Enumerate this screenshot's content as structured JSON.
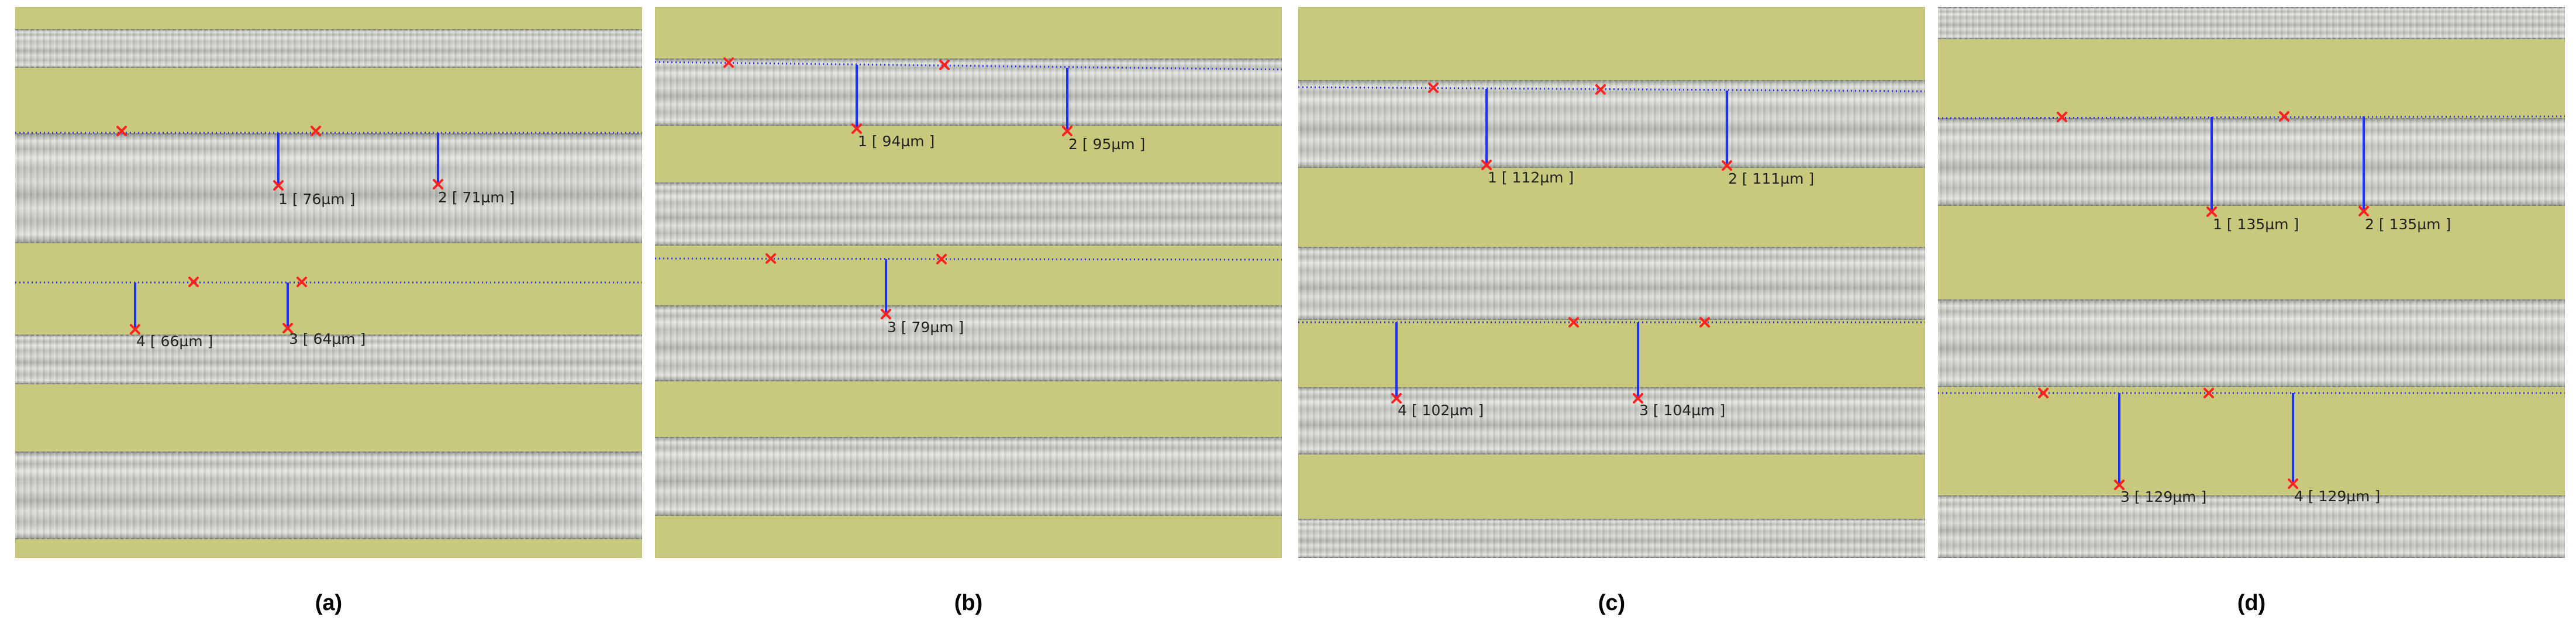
{
  "colors": {
    "background": "#c9c97d",
    "reference_line": "#2b2bff",
    "measure_line": "#1f2fff",
    "marker": "#ff2020",
    "text": "#222222"
  },
  "icons": {
    "marker": "red-cross-marker-icon"
  },
  "panels": [
    {
      "id": "a",
      "label": "(a)",
      "measurements": [
        {
          "text": "1 [ 76µm ]"
        },
        {
          "text": "2 [ 71µm ]"
        },
        {
          "text": "4 [ 66µm ]"
        },
        {
          "text": "3 [ 64µm ]"
        }
      ]
    },
    {
      "id": "b",
      "label": "(b)",
      "measurements": [
        {
          "text": "1 [ 94µm ]"
        },
        {
          "text": "2 [ 95µm ]"
        },
        {
          "text": "3 [ 79µm ]"
        }
      ]
    },
    {
      "id": "c",
      "label": "(c)",
      "measurements": [
        {
          "text": "1 [ 112µm ]"
        },
        {
          "text": "2 [ 111µm ]"
        },
        {
          "text": "4 [ 102µm ]"
        },
        {
          "text": "3 [ 104µm ]"
        }
      ]
    },
    {
      "id": "d",
      "label": "(d)",
      "measurements": [
        {
          "text": "1 [ 135µm ]"
        },
        {
          "text": "2 [ 135µm ]"
        },
        {
          "text": "3 [ 129µm ]"
        },
        {
          "text": "4 [ 129µm ]"
        }
      ]
    }
  ]
}
